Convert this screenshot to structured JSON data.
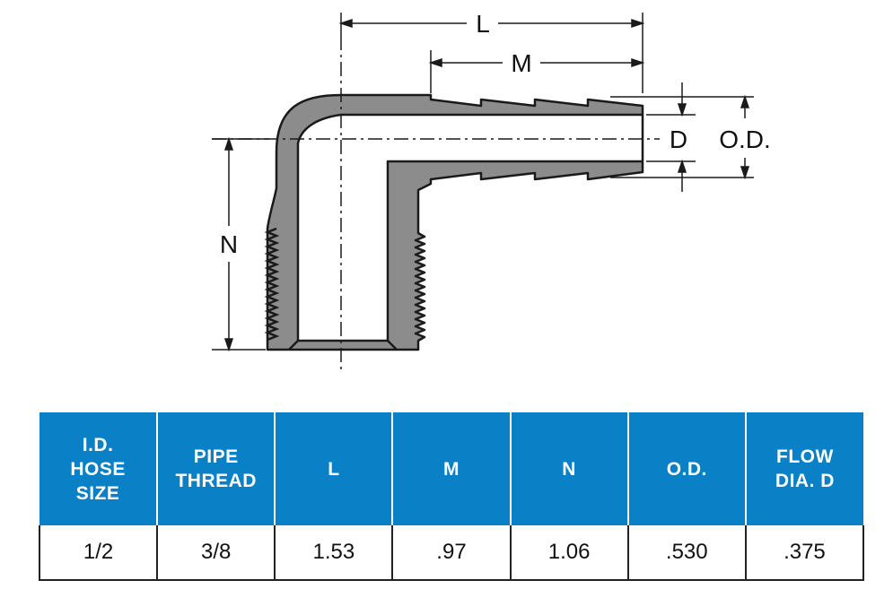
{
  "diagram": {
    "labels": {
      "L": "L",
      "M": "M",
      "N": "N",
      "D": "D",
      "OD": "O.D."
    }
  },
  "table": {
    "headers": [
      "I.D.\nHOSE\nSIZE",
      "PIPE\nTHREAD",
      "L",
      "M",
      "N",
      "O.D.",
      "FLOW\nDIA. D"
    ],
    "rows": [
      [
        "1/2",
        "3/8",
        "1.53",
        ".97",
        "1.06",
        ".530",
        ".375"
      ]
    ]
  },
  "colors": {
    "header_blue": "#0a80c6",
    "fitting_gray": "#8c8c8c",
    "outline": "#1a1a1a"
  }
}
